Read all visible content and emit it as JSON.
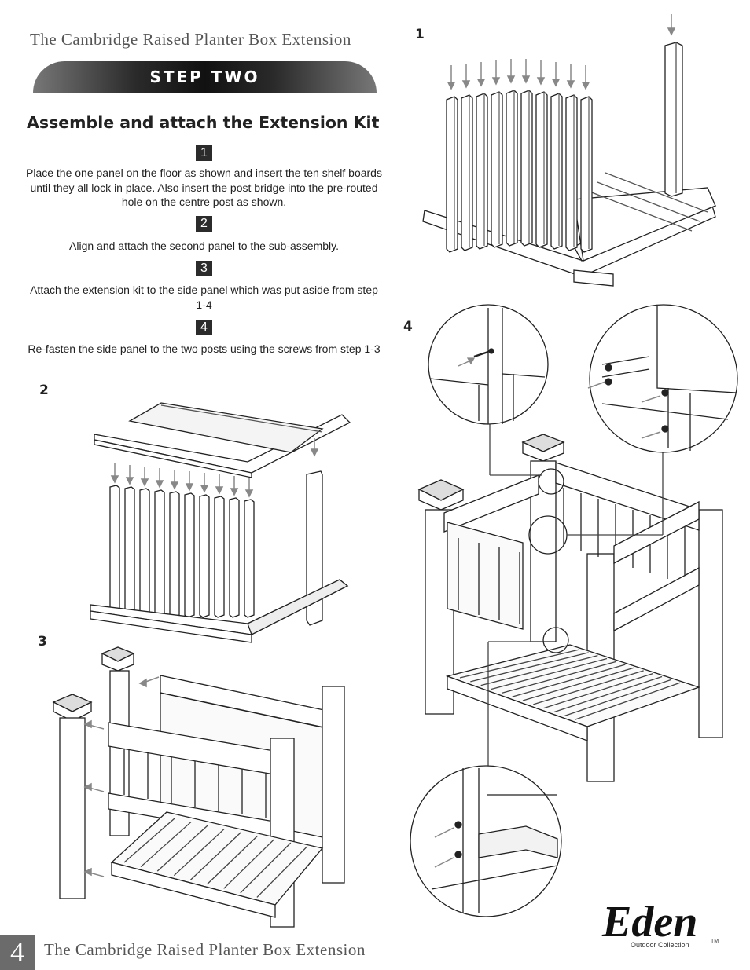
{
  "header": {
    "title": "The Cambridge Raised Planter Box Extension"
  },
  "step_banner": {
    "label": "STEP TWO"
  },
  "section": {
    "title": "Assemble and attach the Extension Kit"
  },
  "instructions": [
    {
      "number": "1",
      "text": "Place the one panel on the floor as shown and insert the ten shelf boards until they all lock in place.  Also insert the post bridge into the pre-routed hole on the centre post as shown."
    },
    {
      "number": "2",
      "text": "Align and attach the second panel to the sub-assembly."
    },
    {
      "number": "3",
      "text": "Attach the extension kit to the side panel which was put aside from step 1-4"
    },
    {
      "number": "4",
      "text": "Re-fasten the side panel to the two posts using the screws from step 1-3"
    }
  ],
  "figures": [
    {
      "label": "1"
    },
    {
      "label": "2"
    },
    {
      "label": "3"
    },
    {
      "label": "4"
    }
  ],
  "footer": {
    "page_number": "4",
    "title": "The Cambridge Raised Planter Box Extension"
  },
  "logo": {
    "brand": "Eden",
    "tagline": "Outdoor Collection",
    "mark": "TM"
  }
}
